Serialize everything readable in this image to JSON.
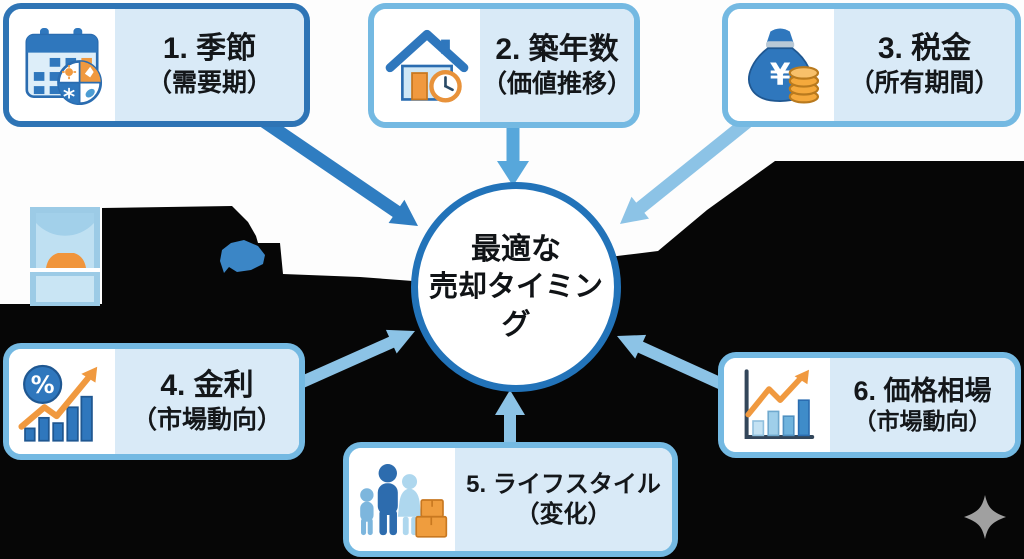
{
  "center": {
    "line1": "最適な",
    "line2": "売却タイミング"
  },
  "boxes": [
    {
      "id": 1,
      "title": "1. 季節",
      "subtitle": "（需要期）",
      "icon": "calendar-seasons-icon"
    },
    {
      "id": 2,
      "title": "2. 築年数",
      "subtitle": "（価値推移）",
      "icon": "house-clock-icon"
    },
    {
      "id": 3,
      "title": "3. 税金",
      "subtitle": "（所有期間）",
      "icon": "money-bag-coins-icon",
      "icon_text": "¥"
    },
    {
      "id": 4,
      "title": "4. 金利",
      "subtitle": "（市場動向）",
      "icon": "percent-growth-chart-icon",
      "icon_text": "%"
    },
    {
      "id": 5,
      "title": "5. ライフスタイル",
      "subtitle": "（変化）",
      "icon": "family-moving-boxes-icon"
    },
    {
      "id": 6,
      "title": "6. 価格相場",
      "subtitle": "（市場動向）",
      "icon": "rising-bar-chart-icon"
    }
  ],
  "colors": {
    "box_border_light": "#74b9e2",
    "box_border_dark": "#2e74b5",
    "box_text_bg": "#d9eaf7",
    "circle_border": "#2273b9",
    "arrow_dark": "#2f7dc1",
    "arrow_medium": "#57a7db",
    "arrow_light": "#8cc3e6",
    "accent_orange": "#f0993f",
    "mask_black": "#060606",
    "sparkle_gray": "#a0a0a0"
  },
  "decorations": {
    "sparkle": "four-point-star"
  }
}
